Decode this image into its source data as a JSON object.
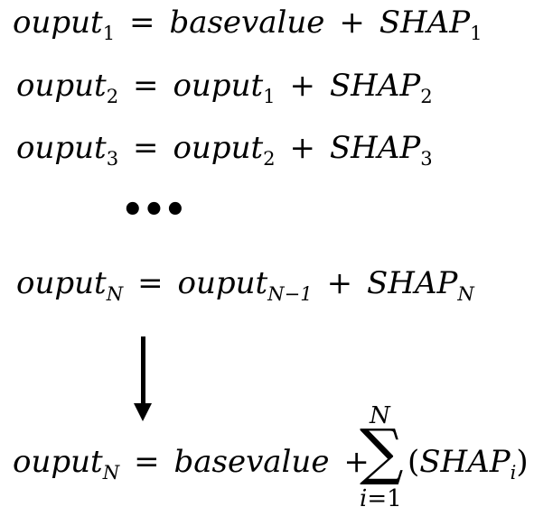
{
  "lines": [
    {
      "lhs": "ouput",
      "lhs_sub": "1",
      "eq": "=",
      "rhs_a": "basevalue",
      "rhs_a_sub": "",
      "plus": "+",
      "rhs_b": "SHAP",
      "rhs_b_sub": "1"
    },
    {
      "lhs": "ouput",
      "lhs_sub": "2",
      "eq": "=",
      "rhs_a": "ouput",
      "rhs_a_sub": "1",
      "plus": "+",
      "rhs_b": "SHAP",
      "rhs_b_sub": "2"
    },
    {
      "lhs": "ouput",
      "lhs_sub": "3",
      "eq": "=",
      "rhs_a": "ouput",
      "rhs_a_sub": "2",
      "plus": "+",
      "rhs_b": "SHAP",
      "rhs_b_sub": "3"
    },
    {
      "lhs": "ouput",
      "lhs_sub": "N",
      "eq": "=",
      "rhs_a": "ouput",
      "rhs_a_sub": "N−1",
      "plus": "+",
      "rhs_b": "SHAP",
      "rhs_b_sub": "N"
    }
  ],
  "ellipsis": "•••",
  "final": {
    "lhs": "ouput",
    "lhs_sub": "N",
    "eq": "=",
    "rhs_a": "basevalue",
    "plus": "+",
    "sum_symbol": "∑",
    "sum_upper": "N",
    "sum_lower_var": "i",
    "sum_lower_eq": "=1",
    "term_open": "(",
    "term": "SHAP",
    "term_sub": "i",
    "term_close": ")"
  },
  "arrow_icon": "down-arrow-icon"
}
